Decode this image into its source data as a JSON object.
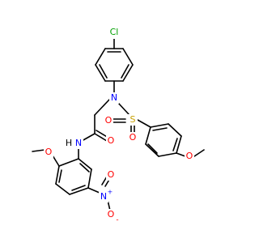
{
  "molecule": {
    "atoms": {
      "cl": "Cl",
      "n_sulfonamide": "N",
      "s": "S",
      "o_sulfonyl_left": "O",
      "o_sulfonyl_right": "O",
      "o_methoxy_right": "O",
      "o_carbonyl": "O",
      "n_amide": "N",
      "h_amide": "H",
      "o_methoxy_left": "O",
      "n_nitro": "N",
      "n_nitro_charge": "+",
      "o_nitro_top": "O",
      "o_nitro_bottom": "O",
      "o_nitro_bottom_charge": "-"
    },
    "colors": {
      "bond": "#000000",
      "chlorine": "#00a000",
      "nitrogen": "#0000ff",
      "oxygen": "#ff0000",
      "sulfur": "#c8a000",
      "hydrogen": "#000000"
    }
  }
}
